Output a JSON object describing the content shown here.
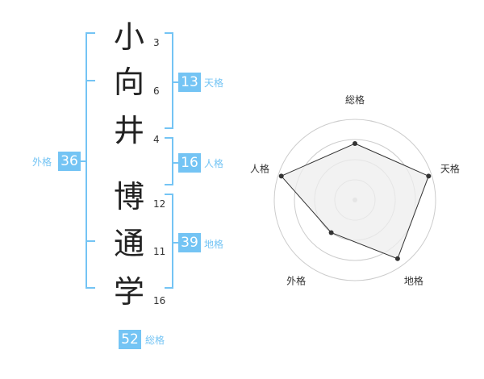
{
  "name": {
    "chars": [
      {
        "char": "小",
        "strokes": "3"
      },
      {
        "char": "向",
        "strokes": "6"
      },
      {
        "char": "井",
        "strokes": "4"
      },
      {
        "char": "博",
        "strokes": "12"
      },
      {
        "char": "通",
        "strokes": "11"
      },
      {
        "char": "学",
        "strokes": "16"
      }
    ]
  },
  "fortunes": {
    "tenkaku": {
      "label": "天格",
      "value": "13"
    },
    "jinkaku": {
      "label": "人格",
      "value": "16"
    },
    "chikaku": {
      "label": "地格",
      "value": "39"
    },
    "gaikaku": {
      "label": "外格",
      "value": "36"
    },
    "soukaku": {
      "label": "総格",
      "value": "52"
    }
  },
  "colors": {
    "accent": "#74c4f4",
    "text": "#222222",
    "radar_fill": "#eeeeee",
    "radar_line": "#333333"
  },
  "chart_data": {
    "type": "radar",
    "axes": [
      "総格",
      "天格",
      "地格",
      "外格",
      "人格"
    ],
    "values": [
      0.7,
      0.96,
      0.9,
      0.5,
      0.96
    ],
    "rings": 4,
    "range": [
      0,
      1
    ]
  }
}
